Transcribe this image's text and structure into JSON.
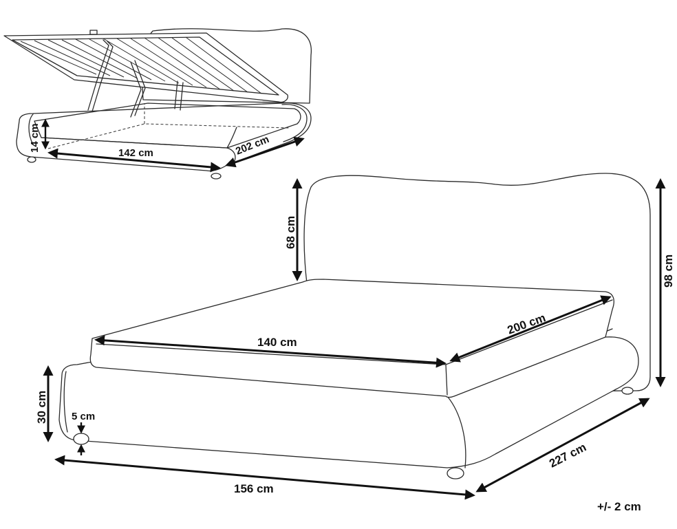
{
  "storage_view": {
    "height_label": "14 cm",
    "width_label": "142 cm",
    "length_label": "202 cm"
  },
  "bed_view": {
    "headboard_height_label": "68 cm",
    "total_height_label": "98 cm",
    "mattress_width_label": "140 cm",
    "mattress_length_label": "200 cm",
    "frame_height_label": "30 cm",
    "leg_height_label": "5 cm",
    "overall_width_label": "156 cm",
    "overall_length_label": "227 cm"
  },
  "tolerance_label": "+/- 2 cm"
}
